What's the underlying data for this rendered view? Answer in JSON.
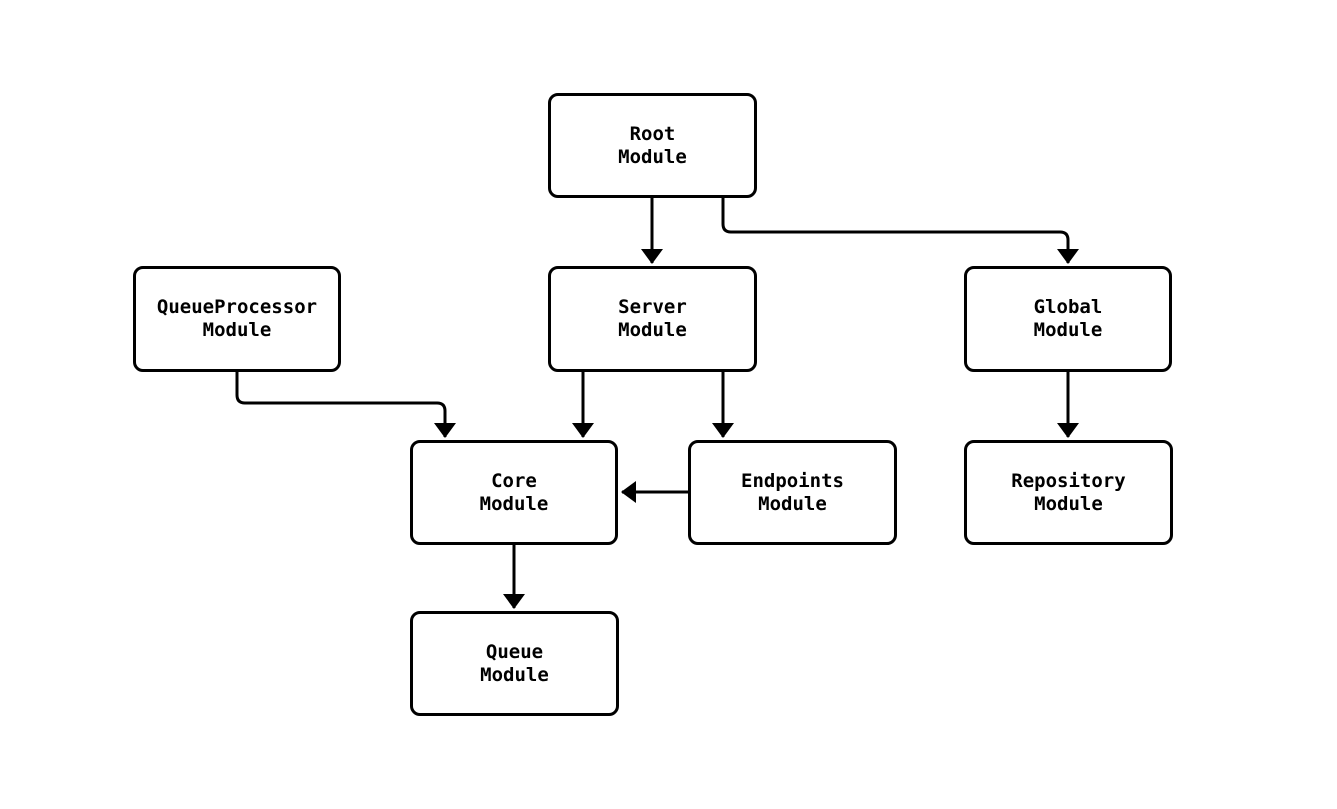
{
  "diagram": {
    "type": "flowchart",
    "direction": "top-down",
    "colors": {
      "background": "#ffffff",
      "node_fill": "#ffffff",
      "node_border": "#000000",
      "edge_line": "#000000",
      "arrowhead": "#000000",
      "text": "#000000"
    },
    "nodes": [
      {
        "id": "root",
        "line1": "Root",
        "line2": "Module"
      },
      {
        "id": "queueprocessor",
        "line1": "QueueProcessor",
        "line2": "Module"
      },
      {
        "id": "server",
        "line1": "Server",
        "line2": "Module"
      },
      {
        "id": "global",
        "line1": "Global",
        "line2": "Module"
      },
      {
        "id": "core",
        "line1": "Core",
        "line2": "Module"
      },
      {
        "id": "endpoints",
        "line1": "Endpoints",
        "line2": "Module"
      },
      {
        "id": "repository",
        "line1": "Repository",
        "line2": "Module"
      },
      {
        "id": "queue",
        "line1": "Queue",
        "line2": "Module"
      }
    ],
    "edges": [
      {
        "from": "root",
        "to": "server"
      },
      {
        "from": "root",
        "to": "global"
      },
      {
        "from": "queueprocessor",
        "to": "core"
      },
      {
        "from": "server",
        "to": "core"
      },
      {
        "from": "server",
        "to": "endpoints"
      },
      {
        "from": "endpoints",
        "to": "core"
      },
      {
        "from": "global",
        "to": "repository"
      },
      {
        "from": "core",
        "to": "queue"
      }
    ]
  }
}
